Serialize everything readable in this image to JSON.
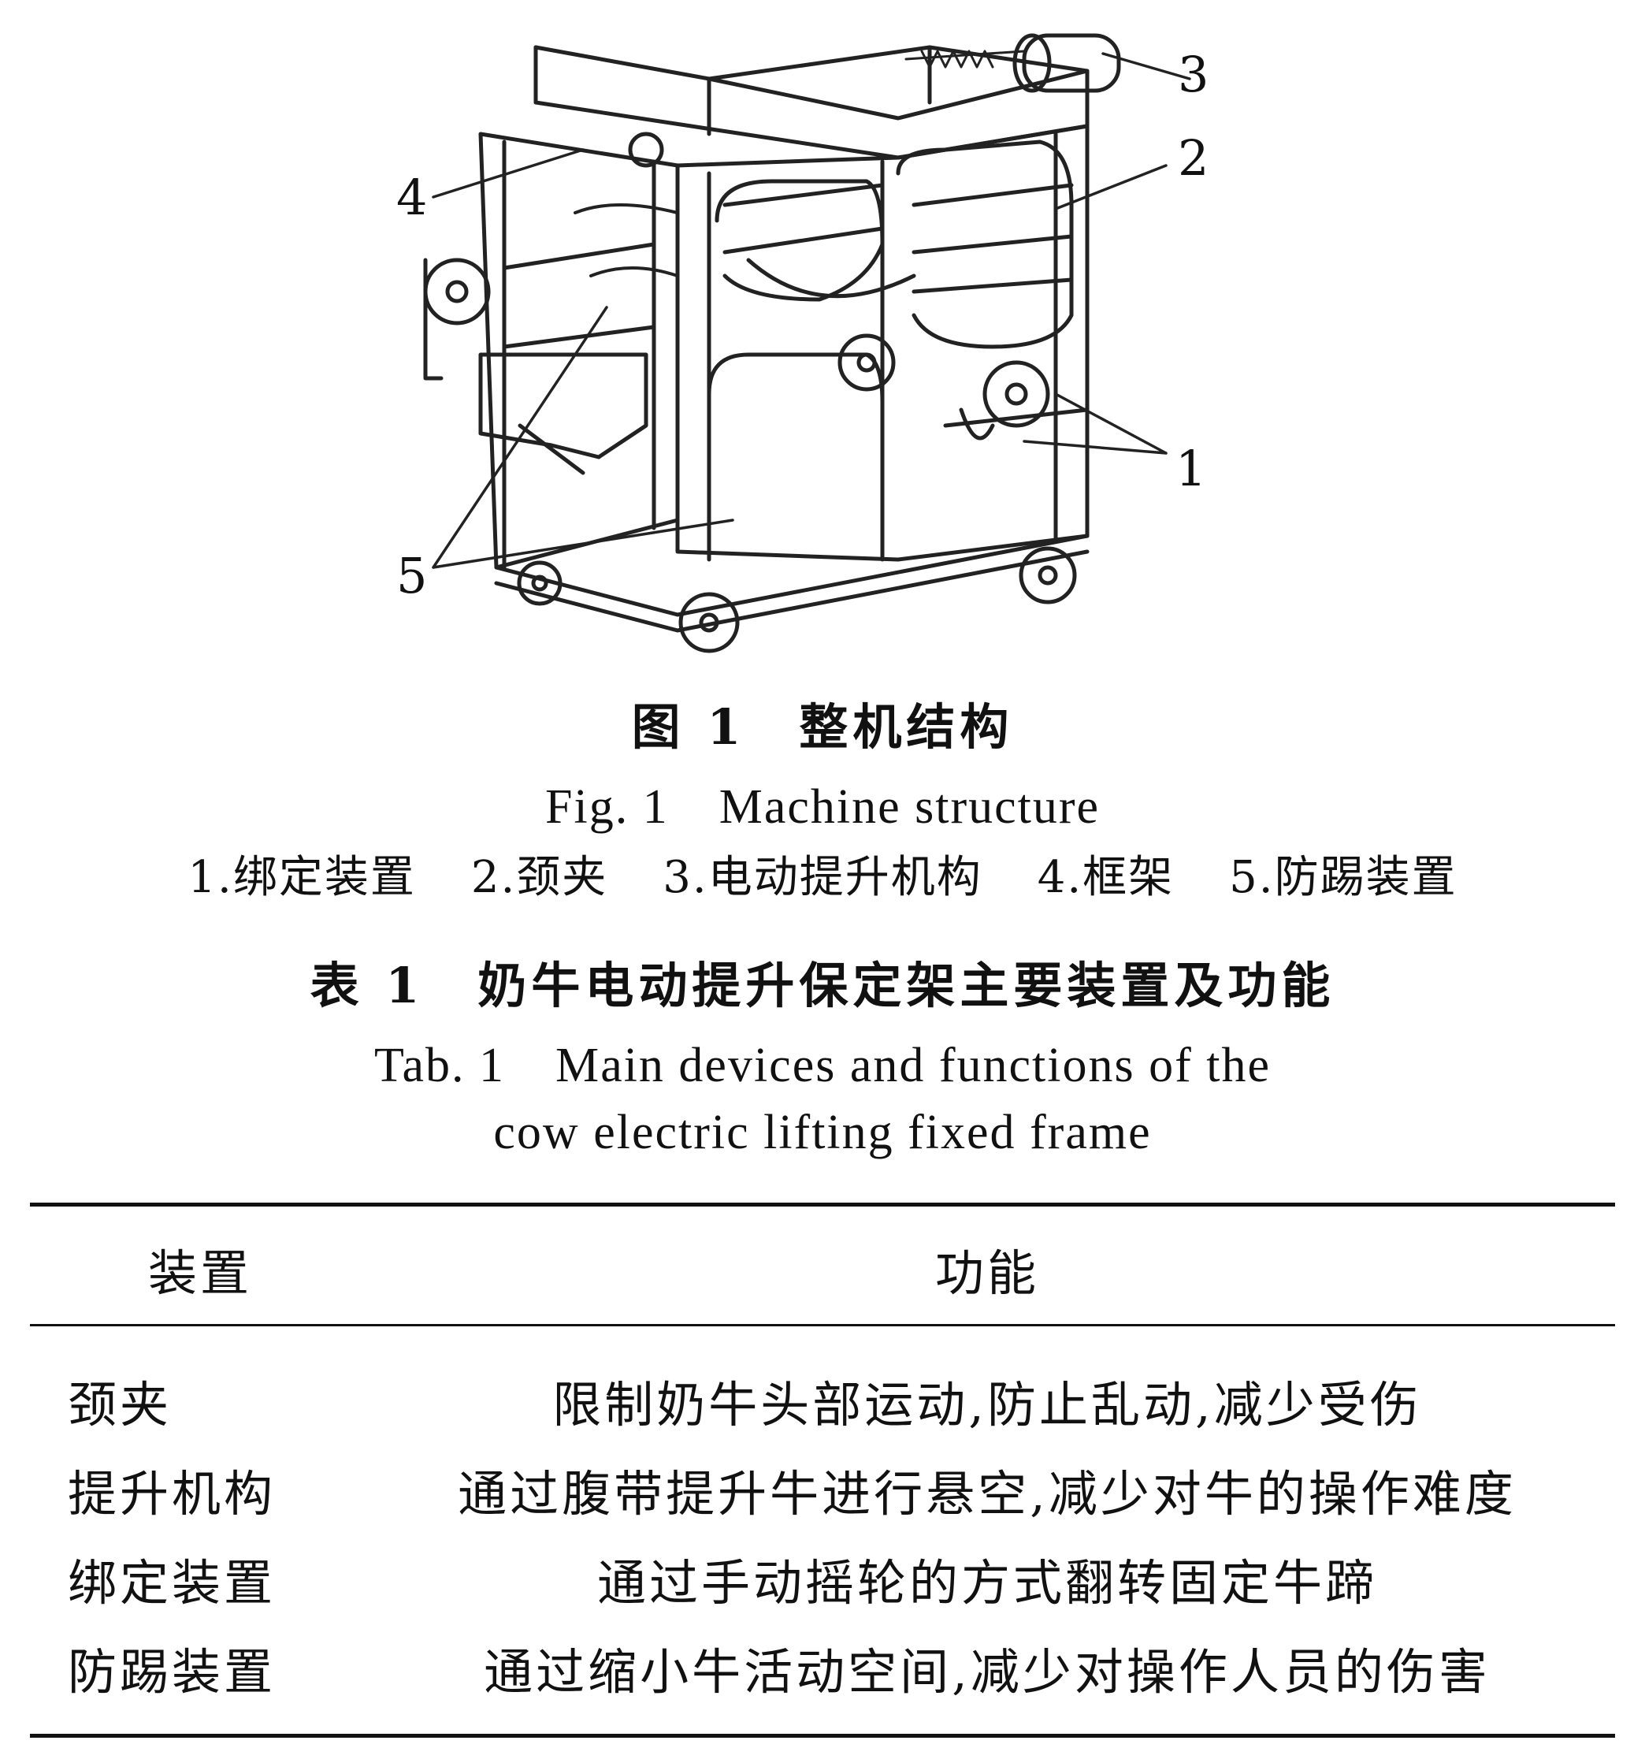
{
  "figure": {
    "callouts": [
      "1",
      "2",
      "3",
      "4",
      "5"
    ],
    "caption_zh": "图 1　整机结构",
    "caption_en": "Fig. 1　Machine structure",
    "legend": [
      "1.绑定装置",
      "2.颈夹",
      "3.电动提升机构",
      "4.框架",
      "5.防踢装置"
    ]
  },
  "table": {
    "caption_zh": "表 1　奶牛电动提升保定架主要装置及功能",
    "caption_en_line1": "Tab. 1　Main devices and functions of the",
    "caption_en_line2": "cow electric lifting fixed frame",
    "headers": [
      "装置",
      "功能"
    ],
    "rows": [
      [
        "颈夹",
        "限制奶牛头部运动,防止乱动,减少受伤"
      ],
      [
        "提升机构",
        "通过腹带提升牛进行悬空,减少对牛的操作难度"
      ],
      [
        "绑定装置",
        "通过手动摇轮的方式翻转固定牛蹄"
      ],
      [
        "防踢装置",
        "通过缩小牛活动空间,减少对操作人员的伤害"
      ]
    ]
  }
}
